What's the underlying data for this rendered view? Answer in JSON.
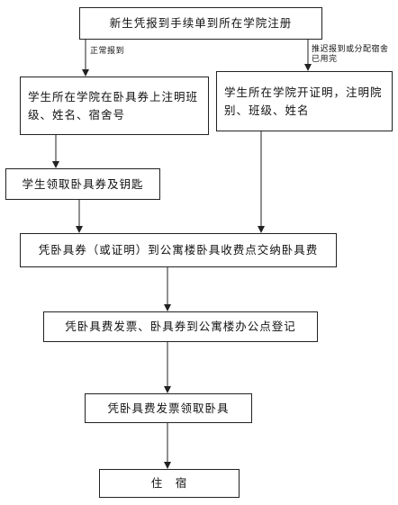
{
  "diagram": {
    "nodes": {
      "register": {
        "label": "新生凭报到手续单到所在学院注册"
      },
      "note_on_voucher": {
        "label": "学生所在学院在卧具券上注明班级、姓名、宿舍号"
      },
      "college_certificate": {
        "label": "学生所在学院开证明，注明院别、班级、姓名"
      },
      "collect_voucher_key": {
        "label": "学生领取卧具券及钥匙"
      },
      "pay_fee": {
        "label": "凭卧具券（或证明）到公寓楼卧具收费点交纳卧具费"
      },
      "register_office": {
        "label": "凭卧具费发票、卧具券到公寓楼办公点登记"
      },
      "collect_bedding": {
        "label": "凭卧具费发票领取卧具"
      },
      "stay": {
        "label": "住　宿"
      }
    },
    "edge_labels": {
      "normal": "正常报到",
      "late": "推迟报到或分配宿舍已用完"
    }
  }
}
